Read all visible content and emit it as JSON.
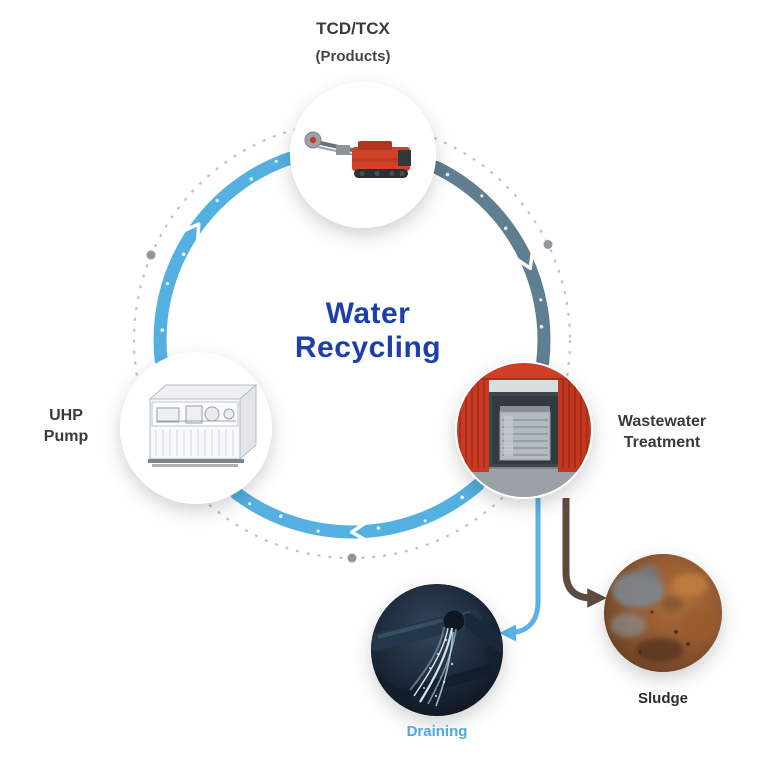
{
  "diagram": {
    "title": {
      "line1": "Water",
      "line2": "Recycling"
    },
    "nodes": {
      "products": {
        "line1": "TCD/TCX",
        "line2": "(Products)",
        "image": "tcd-tcx-trenching-machine-photo"
      },
      "treatment": {
        "line1": "Wastewater",
        "line2": "Treatment",
        "image": "red-container-filter-press-photo"
      },
      "pump": {
        "line1": "UHP",
        "line2": "Pump",
        "image": "containerized-uhp-pump-unit-photo"
      }
    },
    "cycle": {
      "direction": "clockwise",
      "steps": [
        "TCD/TCX (Products)",
        "Wastewater Treatment",
        "UHP Pump"
      ]
    },
    "outputs": {
      "draining": {
        "label": "Draining",
        "image": "water-pouring-from-pipe-photo"
      },
      "sludge": {
        "label": "Sludge",
        "image": "sludge-soil-texture-photo"
      }
    },
    "colors": {
      "cycle_blue": "#55b0e2",
      "cycle_slate": "#5f7e8f",
      "dashed_ring": "#bdc3c9",
      "title_blue": "#1c3faa",
      "draining_blue": "#5bb1e6",
      "draining_label": "#4da9e2",
      "sludge_brown": "#5c4c3e",
      "label_dark": "#3a3a3a"
    }
  }
}
